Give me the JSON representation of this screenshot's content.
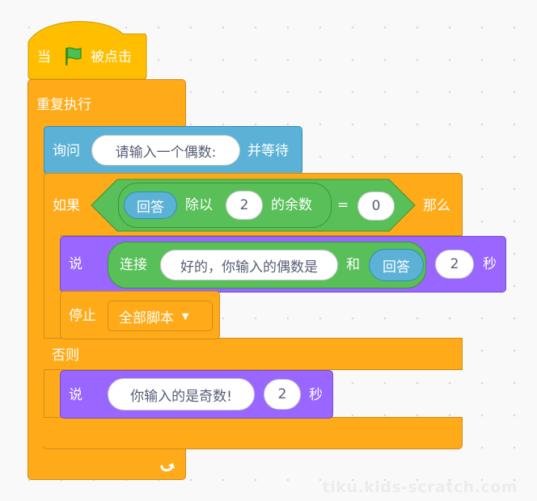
{
  "hat": {
    "when_label": "当",
    "flag_icon": "green-flag-icon",
    "clicked_label": "被点击"
  },
  "repeat": {
    "label": "重复执行",
    "arrow_icon": "loop-arrow-icon"
  },
  "ask": {
    "label": "询问",
    "question": "请输入一个偶数:",
    "wait_label": "并等待"
  },
  "if_else": {
    "if_label": "如果",
    "then_label": "那么",
    "else_label": "否则",
    "condition": {
      "answer_label": "回答",
      "mod_label": "除以",
      "divisor": "2",
      "remainder_label": "的余数",
      "equals": "=",
      "compare_value": "0"
    }
  },
  "say_then": {
    "label": "说",
    "join_label": "连接",
    "join_text": "好的，你输入的偶数是",
    "and_label": "和",
    "answer_label": "回答",
    "secs_value": "2",
    "secs_label": "秒"
  },
  "stop": {
    "label": "停止",
    "option": "全部脚本"
  },
  "say_else": {
    "label": "说",
    "text": "你输入的是奇数!",
    "secs_value": "2",
    "secs_label": "秒"
  },
  "watermark": "tiku.kids-scratch.com",
  "colors": {
    "control": "#ffab19",
    "events": "#ffbf00",
    "sensing": "#5cb1d6",
    "operators": "#59c059",
    "looks": "#9966ff"
  }
}
